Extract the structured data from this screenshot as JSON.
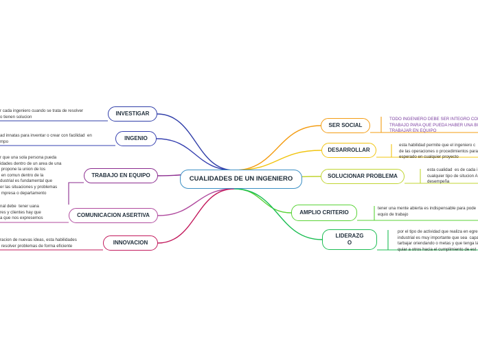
{
  "central": "CUALIDADES DE UN INGENIERO",
  "left_branches": [
    {
      "id": "investigar",
      "label": "INVESTIGAR",
      "color": "#2f3da8",
      "note": "r cada ingeniero cuando se trata de resolver\no tienen solucion"
    },
    {
      "id": "ingenio",
      "label": "INGENIO",
      "color": "#3540b0",
      "note": "ad innatas para inventar o crear con facilidad  en\nmpo"
    },
    {
      "id": "trabajo-en-equipo",
      "label": "TRABAJO EN EQUIPO",
      "color": "#8a2a8e",
      "note": "r que una sola persona pueda\nidades dentro de un area de una\n propone la union de los\n en comun dentro de la\ndustrial es fundamental que\ner las situaciones y problemas\n mpresa o departamento"
    },
    {
      "id": "comunicacion-asertiva",
      "label": "COMUNICACION ASERTIVA",
      "color": "#b04a9e",
      "note": "nal debe  tener uana\nres y clientes hay que\na que nos expresemos"
    },
    {
      "id": "innovacion",
      "label": "INNOVACION",
      "color": "#c2185b",
      "note": "racion de nuevas ideas, esta habilidades\n resolver problemas de forma eficiente"
    }
  ],
  "right_branches": [
    {
      "id": "ser-social",
      "label": "SER SOCIAL",
      "color": "#f39c12",
      "note_color": "#7b3fa0",
      "note": "TODO INGENIERO DEBE SER INTEGRO CON SU E\nTRABAJO PARA QUE PUEDA HABER UNA BUENA C\nTRABAJAR EN EQUIPO"
    },
    {
      "id": "desarrollar",
      "label": "DESARROLLAR",
      "color": "#f1c40f",
      "note_color": "#333333",
      "note": "esta habilidad permite que el ingeniero c\nde las operaciones o procedimientos para\nesperado en cualquier proyecto"
    },
    {
      "id": "solucionar-problema",
      "label": "SOLUCIONAR PROBLEMA",
      "color": "#c0d430",
      "note_color": "#333333",
      "note": "esta cualidad  es de cada i\ncualquier tipo de situcion A\ndesempeña"
    },
    {
      "id": "amplio-criterio",
      "label": "AMPLIO CRITERIO",
      "color": "#59d336",
      "note_color": "#333333",
      "note": "tener una mente abierta es indispensable para pode\nequio de trabajo"
    },
    {
      "id": "liderazgo",
      "label": "LIDERAZG\nO",
      "color": "#1bbd52",
      "note_color": "#333333",
      "note": "por el tipo de actividad que realiza en egre\nindustrial es muy importante que sea  capa\ntarbajar oriendando o metas y que tenga la\nquiar a otros hacia el cumplimiento de est"
    }
  ]
}
